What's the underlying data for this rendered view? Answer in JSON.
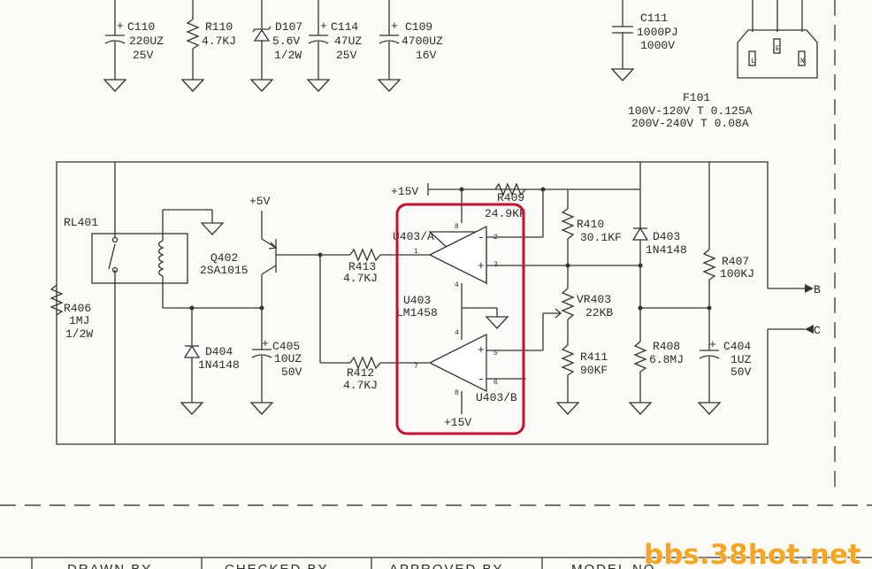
{
  "components": {
    "c110": {
      "ref": "C110",
      "value": "220UZ",
      "rating": "25V"
    },
    "r110": {
      "ref": "R110",
      "value": "4.7KJ"
    },
    "d107": {
      "ref": "D107",
      "value": "5.6V",
      "rating": "1/2W"
    },
    "c114": {
      "ref": "C114",
      "value": "47UZ",
      "rating": "25V"
    },
    "c109": {
      "ref": "C109",
      "value": "4700UZ",
      "rating": "16V"
    },
    "c111": {
      "ref": "C111",
      "value": "1000PJ",
      "rating": "1000V"
    },
    "f101": {
      "ref": "F101",
      "line1": "100V-120V T 0.125A",
      "line2": "200V-240V T 0.08A"
    },
    "rl401": {
      "ref": "RL401"
    },
    "q402": {
      "ref": "Q402",
      "value": "2SA1015"
    },
    "r406": {
      "ref": "R406",
      "value": "1MJ",
      "rating": "1/2W"
    },
    "d404": {
      "ref": "D404",
      "value": "1N4148"
    },
    "c405": {
      "ref": "C405",
      "value": "10UZ",
      "rating": "50V"
    },
    "r413": {
      "ref": "R413",
      "value": "4.7KJ"
    },
    "r412": {
      "ref": "R412",
      "value": "4.7KJ"
    },
    "u403": {
      "ref": "U403",
      "part": "LM1458",
      "unit_a": "U403/A",
      "unit_b": "U403/B"
    },
    "r409": {
      "ref": "R409",
      "value": "24.9KF"
    },
    "r410": {
      "ref": "R410",
      "value": "30.1KF"
    },
    "vr403": {
      "ref": "VR403",
      "value": "22KB"
    },
    "r411": {
      "ref": "R411",
      "value": "90KF"
    },
    "d403": {
      "ref": "D403",
      "value": "1N4148"
    },
    "r407": {
      "ref": "R407",
      "value": "100KJ"
    },
    "r408": {
      "ref": "R408",
      "value": "6.8MJ"
    },
    "c404": {
      "ref": "C404",
      "value": "1UZ",
      "rating": "50V"
    }
  },
  "power": {
    "plus5": "+5V",
    "plus15_top": "+15V",
    "plus15_bottom": "+15V"
  },
  "connectors": {
    "b": "B",
    "c": "C",
    "socket_pins": [
      "L",
      "E",
      "N"
    ]
  },
  "pins": {
    "u403a_in_minus": "2",
    "u403a_in_plus": "3",
    "u403a_out": "1",
    "u403a_vcc": "8",
    "u403a_gnd": "4",
    "u403b_in_minus": "6",
    "u403b_in_plus": "5",
    "u403b_out": "7",
    "u403b_vcc": "8",
    "u403b_gnd": "4"
  },
  "title_block": {
    "drawn_by": "DRAWN BY",
    "checked_by": "CHECKED BY",
    "approved_by": "APPROVED BY",
    "model_no": "MODEL NO."
  },
  "watermark": "bbs.38hot.net",
  "colors": {
    "ink": "#333333",
    "highlight": "#c8102e",
    "watermark": "#f6a623",
    "paper": "#fbfbf7"
  }
}
